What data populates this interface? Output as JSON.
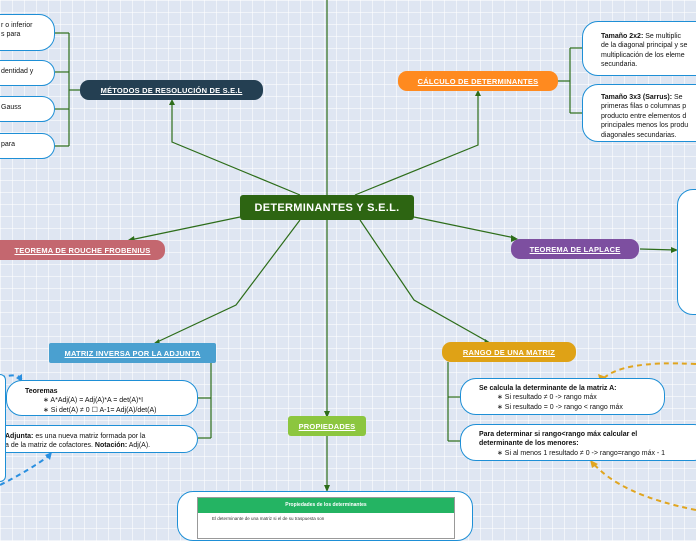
{
  "central": {
    "title": "DETERMINANTES Y S.E.L."
  },
  "branches": {
    "metodos": {
      "label": "MÉTODOS DE RESOLUCIÓN DE S.E.L",
      "color": "#243f52"
    },
    "calculo": {
      "label": "CÁLCULO DE DETERMINANTES",
      "color": "#ff8a1f"
    },
    "rouche": {
      "label": "TEOREMA DE ROUCHE FROBENIUS",
      "color": "#c4676f"
    },
    "laplace": {
      "label": "TEOREMA DE LAPLACE",
      "color": "#7d4fa0"
    },
    "inversa": {
      "label": "MATRIZ INVERSA POR LA ADJUNTA",
      "color": "#4aa0d0"
    },
    "propiedades": {
      "label": "PROPIEDADES",
      "color": "#8cc63f"
    },
    "rango": {
      "label": "RANGO DE UNA MATRIZ",
      "color": "#dfa216"
    }
  },
  "metodos_items": [
    {
      "line1": "r o inferior",
      "line2": "s para"
    },
    {
      "line1": "dentidad y",
      "line2": ""
    },
    {
      "line1": "Gauss",
      "line2": ""
    },
    {
      "line1": "para",
      "line2": ""
    }
  ],
  "calculo_items": {
    "tam2": {
      "title": "Tamaño 2x2:",
      "rest": " Se multiplic",
      "line2": "de la diagonal principal y se",
      "line3": "multiplicación de los eleme",
      "line4": "secundaria."
    },
    "tam3": {
      "title": "Tamaño 3x3 (Sarrus):",
      "rest": " Se",
      "line2": "primeras filas o columnas p",
      "line3": "producto entre elementos d",
      "line4": "principales menos los produ",
      "line5": "diagonales secundarias."
    }
  },
  "inversa_items": {
    "teoremas": {
      "title": "Teoremas",
      "line1": "∗ A*Adj(A) = Adj(A)*A = det(A)*I",
      "line2": "∗ Si det(A) ≠ 0 ☐ A-1= Adj(A)/det(A)"
    },
    "adjunta": {
      "title": "Adjunta:",
      "rest": " es una nueva matriz formada por la",
      "line2": "a de la matriz de cofactores. ",
      "notacion": "Notación:",
      "notacion_val": " Adj(A)."
    }
  },
  "rango_items": {
    "calc": {
      "title": "Se calcula la determinante de la matriz A:",
      "line1": "∗ Si resultado ≠ 0 -> rango máx",
      "line2": "∗ Si resultado = 0 -> rango < rango máx"
    },
    "det": {
      "title": "Para determinar si rango<rango máx calcular el",
      "title2": "determinante de los menores:",
      "line1": "∗ Si al menos 1 resultado ≠ 0  -> rango=rango máx - 1"
    }
  },
  "propiedades_table": {
    "header": "Propiedades de los determinantes",
    "row1": "El determinante de una matriz si el de su traspuesta son"
  }
}
